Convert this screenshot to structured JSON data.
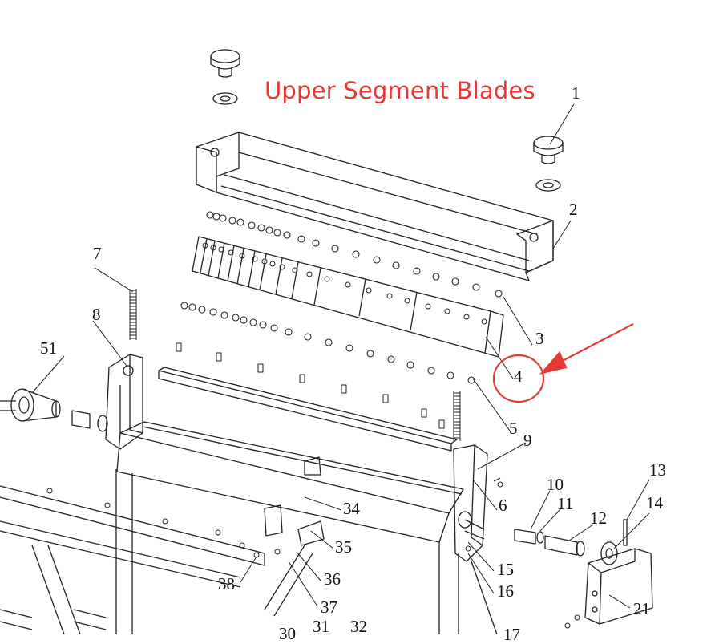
{
  "title": "Upper Segment Blades",
  "colors": {
    "title": "#e53935",
    "highlight": "#e53935",
    "line": "#222222"
  },
  "highlighted_part": "4",
  "part_numbers": [
    "1",
    "2",
    "3",
    "4",
    "5",
    "6",
    "7",
    "8",
    "9",
    "10",
    "11",
    "12",
    "13",
    "14",
    "15",
    "16",
    "17",
    "21",
    "30",
    "31",
    "32",
    "34",
    "35",
    "36",
    "37",
    "38",
    "51"
  ]
}
